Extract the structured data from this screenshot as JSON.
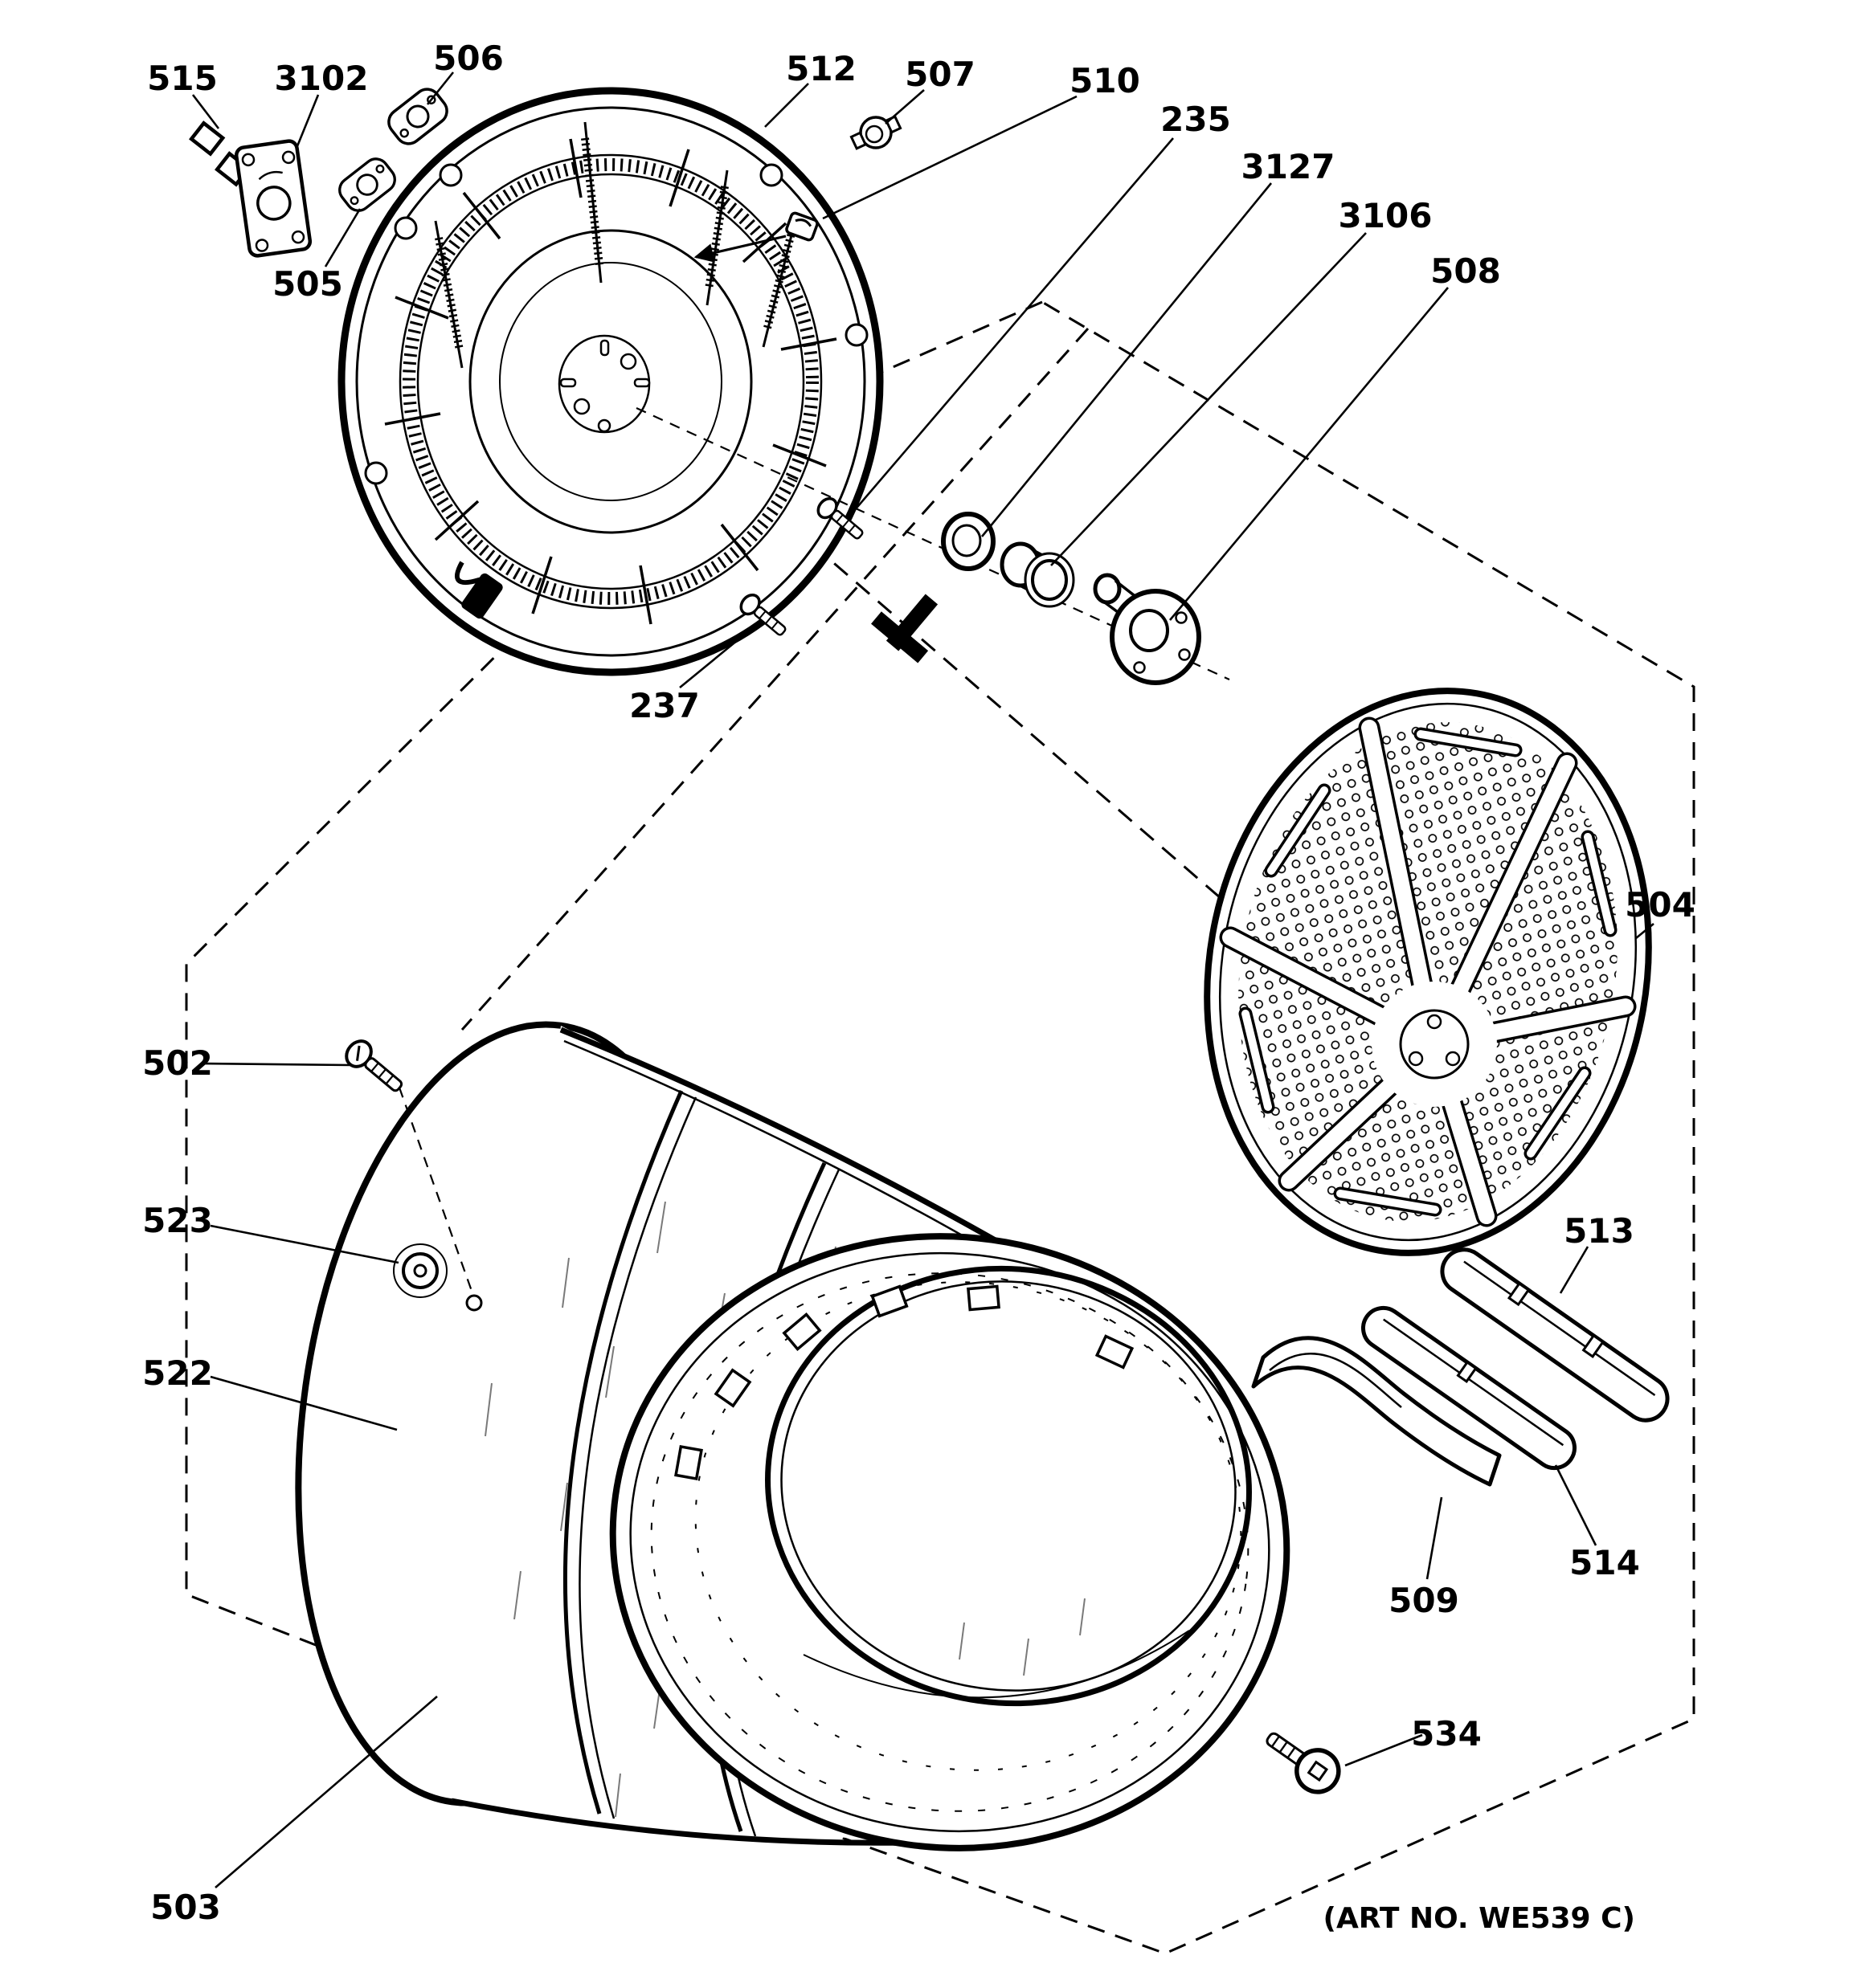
{
  "figure": {
    "art_no": "(ART NO. WE539 C)",
    "background_color": "#ffffff",
    "line_color": "#000000",
    "parts": [
      {
        "num": "515"
      },
      {
        "num": "3102"
      },
      {
        "num": "506"
      },
      {
        "num": "505"
      },
      {
        "num": "512"
      },
      {
        "num": "507"
      },
      {
        "num": "510"
      },
      {
        "num": "235"
      },
      {
        "num": "3127"
      },
      {
        "num": "3106"
      },
      {
        "num": "508"
      },
      {
        "num": "504"
      },
      {
        "num": "237"
      },
      {
        "num": "502"
      },
      {
        "num": "523"
      },
      {
        "num": "522"
      },
      {
        "num": "503"
      },
      {
        "num": "513"
      },
      {
        "num": "514"
      },
      {
        "num": "509"
      },
      {
        "num": "534"
      }
    ]
  }
}
